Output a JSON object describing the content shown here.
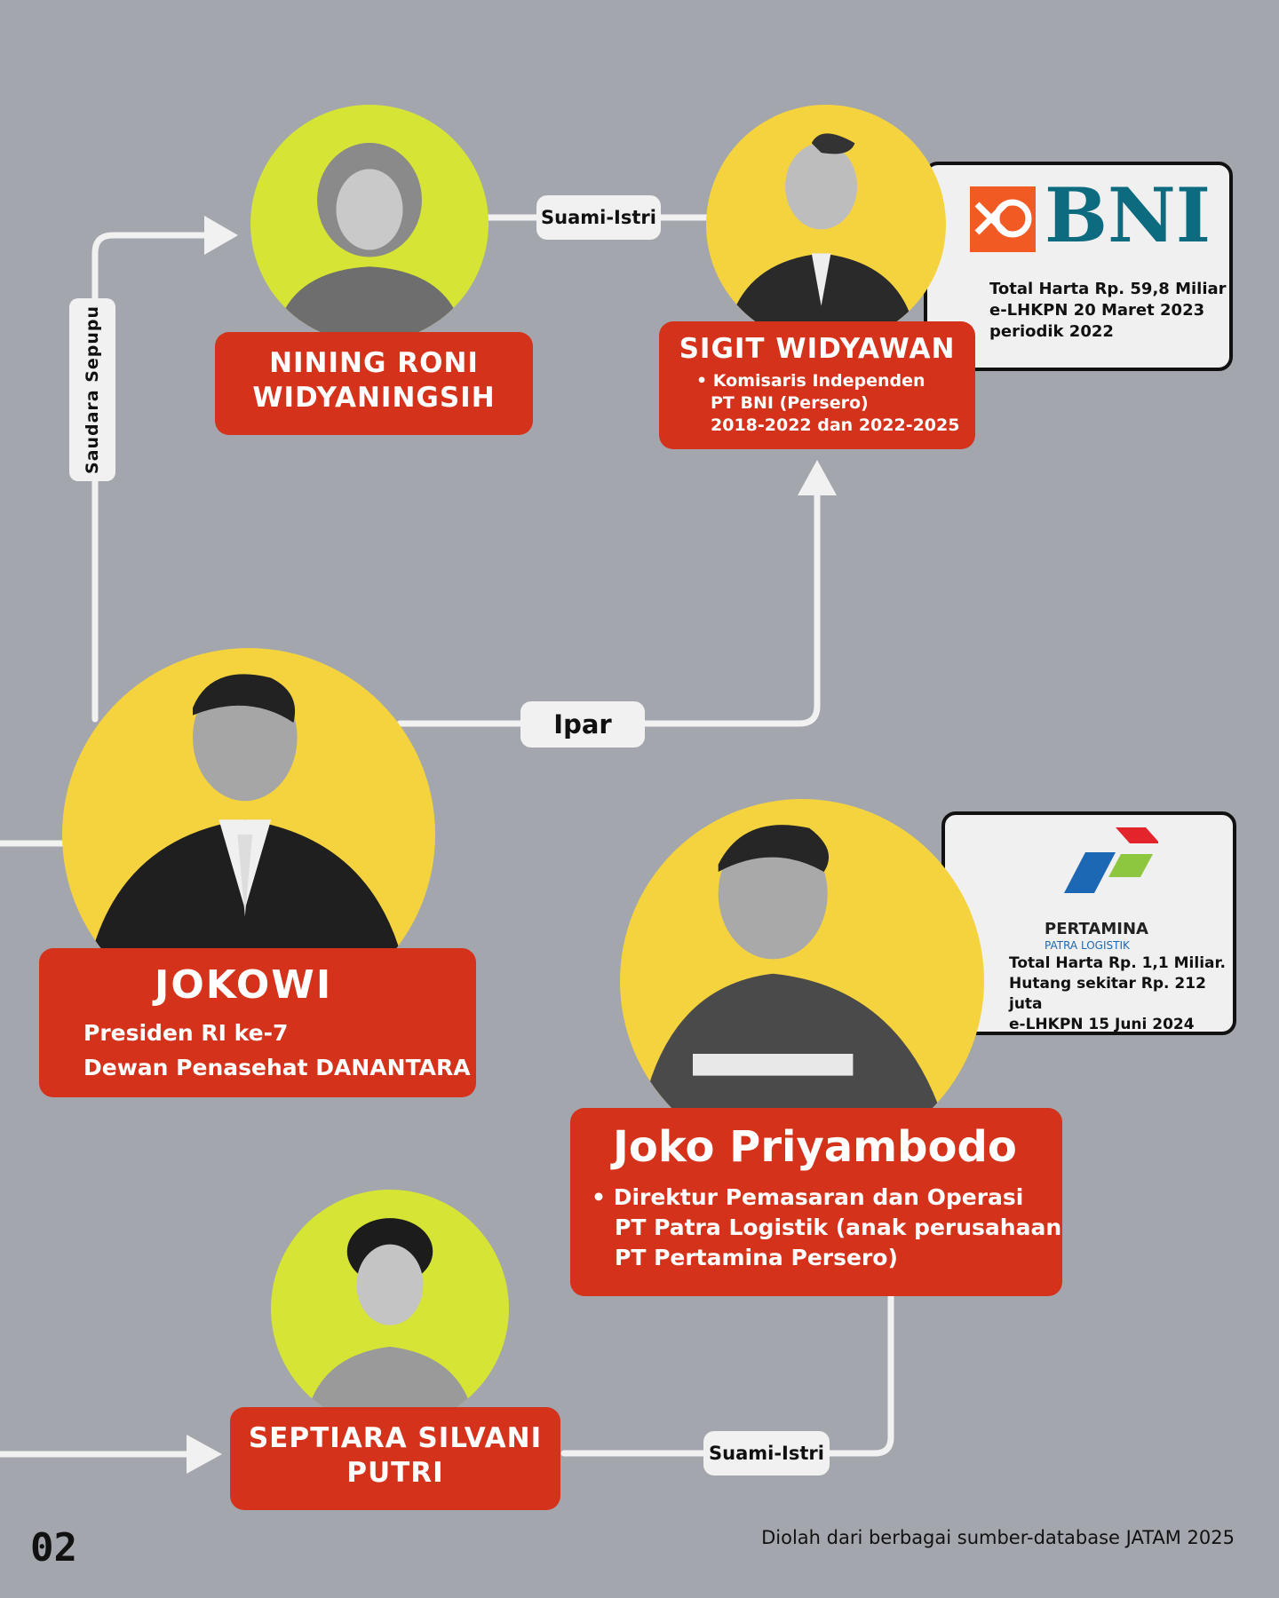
{
  "persons": {
    "jokowi": {
      "name": "JOKOWI",
      "roles": [
        "Presiden RI ke-7",
        "Dewan Penasehat DANANTARA"
      ]
    },
    "nining": {
      "name_lines": [
        "NINING RONI",
        "WIDYANINGSIH"
      ]
    },
    "sigit": {
      "name": "SIGIT WIDYAWAN",
      "role_lines": [
        "Komisaris Independen",
        "PT BNI (Persero)",
        "2018-2022 dan 2022-2025"
      ]
    },
    "joko": {
      "name": "Joko Priyambodo",
      "role_lines": [
        "Direktur Pemasaran dan Operasi",
        "PT Patra Logistik (anak perusahaan",
        "PT Pertamina Persero)"
      ]
    },
    "septiara": {
      "name_lines": [
        "SEPTIARA SILVANI",
        "PUTRI"
      ]
    }
  },
  "relations": {
    "sepupu": "Saudara  Sepupu",
    "suami_istri_top": "Suami-Istri",
    "ipar": "Ipar",
    "suami_istri_bottom": "Suami-Istri"
  },
  "bni_box": {
    "logo_text": "BNI",
    "lines": [
      "Total Harta Rp. 59,8 Miliar",
      "e-LHKPN 20 Maret 2023",
      "periodik 2022"
    ]
  },
  "pertamina_box": {
    "logo_text": "PERTAMINA",
    "logo_sub": "PATRA LOGISTIK",
    "lines": [
      "Total Harta Rp. 1,1 Miliar.",
      "Hutang sekitar Rp. 212 juta",
      "e-LHKPN 15 Juni 2024"
    ]
  },
  "footer": {
    "page": "02",
    "source": "Diolah dari berbagai sumber-database JATAM 2025"
  },
  "colors": {
    "background": "#a3a6ad",
    "namebox": "#d4321a",
    "circle_yellow": "#f5d33f",
    "circle_lime": "#d5e435",
    "bni_teal": "#0d6b7f",
    "bni_orange": "#f15a22"
  }
}
